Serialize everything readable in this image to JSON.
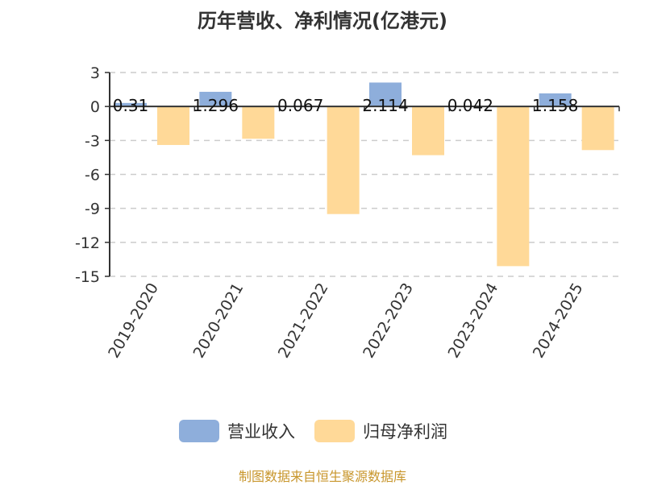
{
  "chart_data": {
    "type": "bar",
    "title": "历年营收、净利情况(亿港元)",
    "xlabel": "",
    "ylabel": "",
    "ylim": [
      -15,
      3
    ],
    "yticks": [
      3,
      0,
      -3,
      -6,
      -9,
      -12,
      -15
    ],
    "grid": true,
    "legend_position": "bottom",
    "categories": [
      "2019-2020",
      "2020-2021",
      "2021-2022",
      "2022-2023",
      "2023-2024",
      "2024-2025"
    ],
    "series": [
      {
        "name": "营业收入",
        "color": "#8eaedb",
        "values": [
          0.31,
          1.296,
          0.067,
          2.114,
          0.042,
          1.158
        ],
        "labels": [
          "0.31",
          "1.296",
          "0.067",
          "2.114",
          "0.042",
          "1.158"
        ]
      },
      {
        "name": "归母净利润",
        "color": "#ffd998",
        "values": [
          -3.4,
          -2.85,
          -9.5,
          -4.3,
          -14.1,
          -3.85
        ]
      }
    ]
  },
  "source_note": "制图数据来自恒生聚源数据库"
}
